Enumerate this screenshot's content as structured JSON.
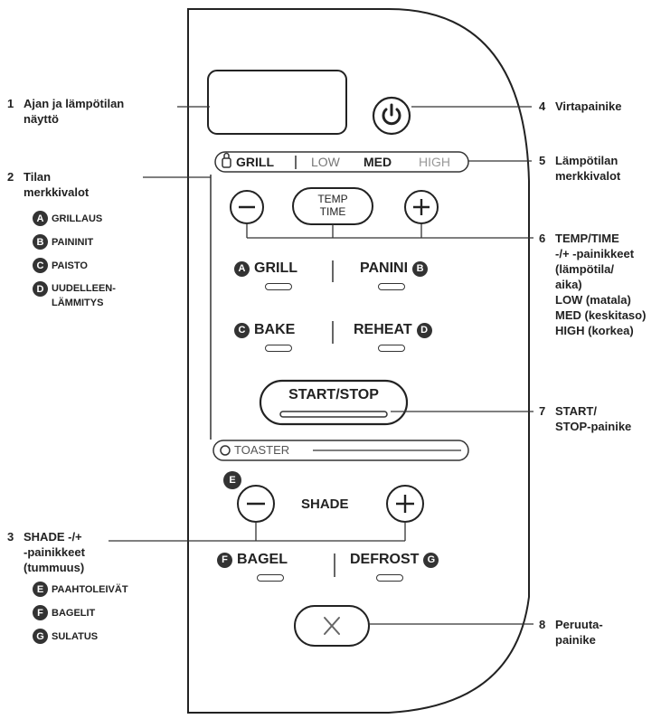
{
  "callouts": {
    "c1": {
      "num": "1",
      "line1": "Ajan ja lämpötilan",
      "line2": "näyttö"
    },
    "c2": {
      "num": "2",
      "line1": "Tilan",
      "line2": "merkkivalot",
      "items": [
        {
          "badge": "A",
          "text": "GRILLAUS"
        },
        {
          "badge": "B",
          "text": "PAININIT"
        },
        {
          "badge": "C",
          "text": "PAISTO"
        },
        {
          "badge": "D",
          "text": "UUDELLEEN-",
          "text2": "LÄMMITYS"
        }
      ]
    },
    "c3": {
      "num": "3",
      "line1": "SHADE -/+",
      "line2": "-painikkeet",
      "line3": "(tummuus)",
      "items": [
        {
          "badge": "E",
          "text": "PAAHTOLEIVÄT"
        },
        {
          "badge": "F",
          "text": "BAGELIT"
        },
        {
          "badge": "G",
          "text": "SULATUS"
        }
      ]
    },
    "c4": {
      "num": "4",
      "line1": "Virtapainike"
    },
    "c5": {
      "num": "5",
      "line1": "Lämpötilan",
      "line2": "merkkivalot"
    },
    "c6": {
      "num": "6",
      "lines": [
        "TEMP/TIME",
        "-/+ -painikkeet",
        "(lämpötila/",
        "aika)",
        "LOW (matala)",
        "MED (keskitaso)",
        "HIGH (korkea)"
      ]
    },
    "c7": {
      "num": "7",
      "line1": "START/",
      "line2": "STOP-painike"
    },
    "c8": {
      "num": "8",
      "line1": "Peruuta-",
      "line2": "painike"
    }
  },
  "panel": {
    "temp_strip": {
      "grill": "GRILL",
      "low": "LOW",
      "med": "MED",
      "high": "HIGH"
    },
    "temp_time": {
      "line1": "TEMP",
      "line2": "TIME"
    },
    "modes": {
      "grill": {
        "badge": "A",
        "label": "GRILL"
      },
      "panini": {
        "badge": "B",
        "label": "PANINI"
      },
      "bake": {
        "badge": "C",
        "label": "BAKE"
      },
      "reheat": {
        "badge": "D",
        "label": "REHEAT"
      },
      "bagel": {
        "badge": "F",
        "label": "BAGEL"
      },
      "defrost": {
        "badge": "G",
        "label": "DEFROST"
      }
    },
    "start_stop": "START/STOP",
    "toaster": "TOASTER",
    "shade": "SHADE",
    "shade_badge": "E"
  },
  "icons": {
    "power": "power-icon",
    "minus": "minus-icon",
    "plus": "plus-icon",
    "cancel": "close-icon",
    "lock": "lock-icon"
  },
  "colors": {
    "ink": "#222222",
    "muted": "#8a8a8a",
    "badge": "#333333"
  }
}
